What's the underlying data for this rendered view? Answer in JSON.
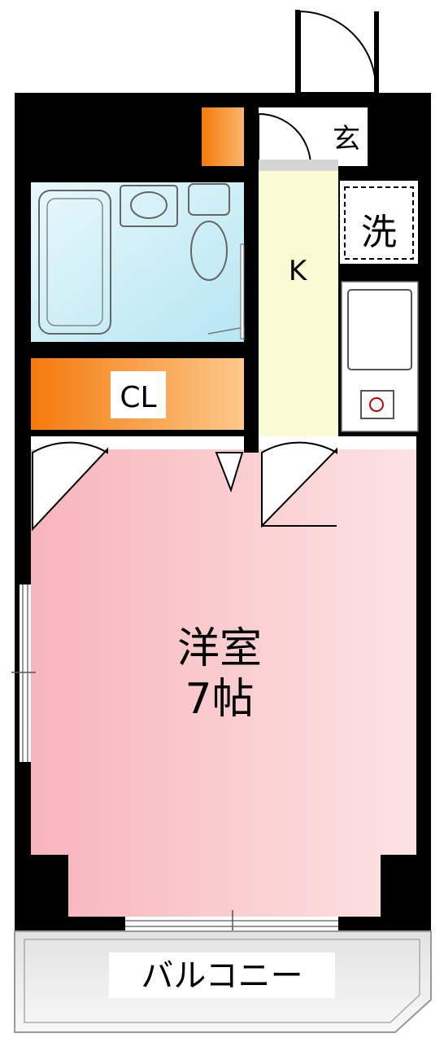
{
  "rooms": {
    "entrance": {
      "label": "玄"
    },
    "laundry": {
      "label": "洗"
    },
    "kitchen": {
      "label": "K"
    },
    "closet": {
      "label": "CL"
    },
    "western_room": {
      "label": "洋室",
      "size": "7帖"
    },
    "balcony": {
      "label": "バルコニー"
    }
  },
  "colors": {
    "wall": "#000000",
    "bath": "#cdeff8",
    "kitchen": "#fbfbd3",
    "closet": "#f58a1e",
    "room": "#f9c3c6",
    "entrance": "#d9d9d9",
    "balcony": "#ececec"
  }
}
